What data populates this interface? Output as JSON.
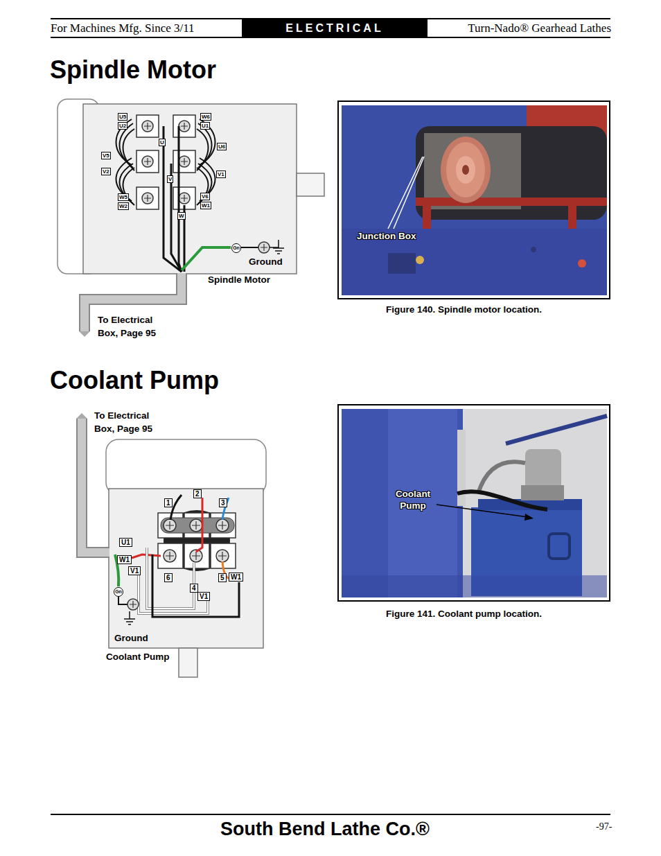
{
  "diagram": {
    "title": "Spindle Motor",
    "nodes": [
      {
        "text": [
          "ELECTRICAL"
        ]
      },
      {
        "text": [
          "Ground",
          "Spindle Motor"
        ]
      },
      {
        "text": [
          "Junction Box"
        ]
      },
      {
        "text": [
          "Ground",
          "Coolant Pump"
        ]
      },
      {
        "text": [
          "Coolant Pump"
        ]
      }
    ],
    "labels": [
      "For Machines Mfg. Since 3/11",
      "Turn-Nado® Gearhead Lathes",
      "Coolant Pump",
      "U5",
      "U2",
      "V5",
      "V2",
      "W5",
      "W2",
      "W6",
      "U1",
      "U6",
      "V1",
      "V6",
      "W1",
      "U",
      "V",
      "W",
      "Gn",
      "To Electrical Box, Page 95",
      "Figure 140. Spindle motor location.",
      "To Electrical Box, Page 95",
      "1",
      "2",
      "3",
      "U1",
      "W1",
      "V1",
      "6",
      "4",
      "5",
      "W1",
      "V1",
      "Gn",
      "Figure 141. Coolant pump location.",
      "South Bend Lathe Co.®",
      "-97-"
    ]
  }
}
